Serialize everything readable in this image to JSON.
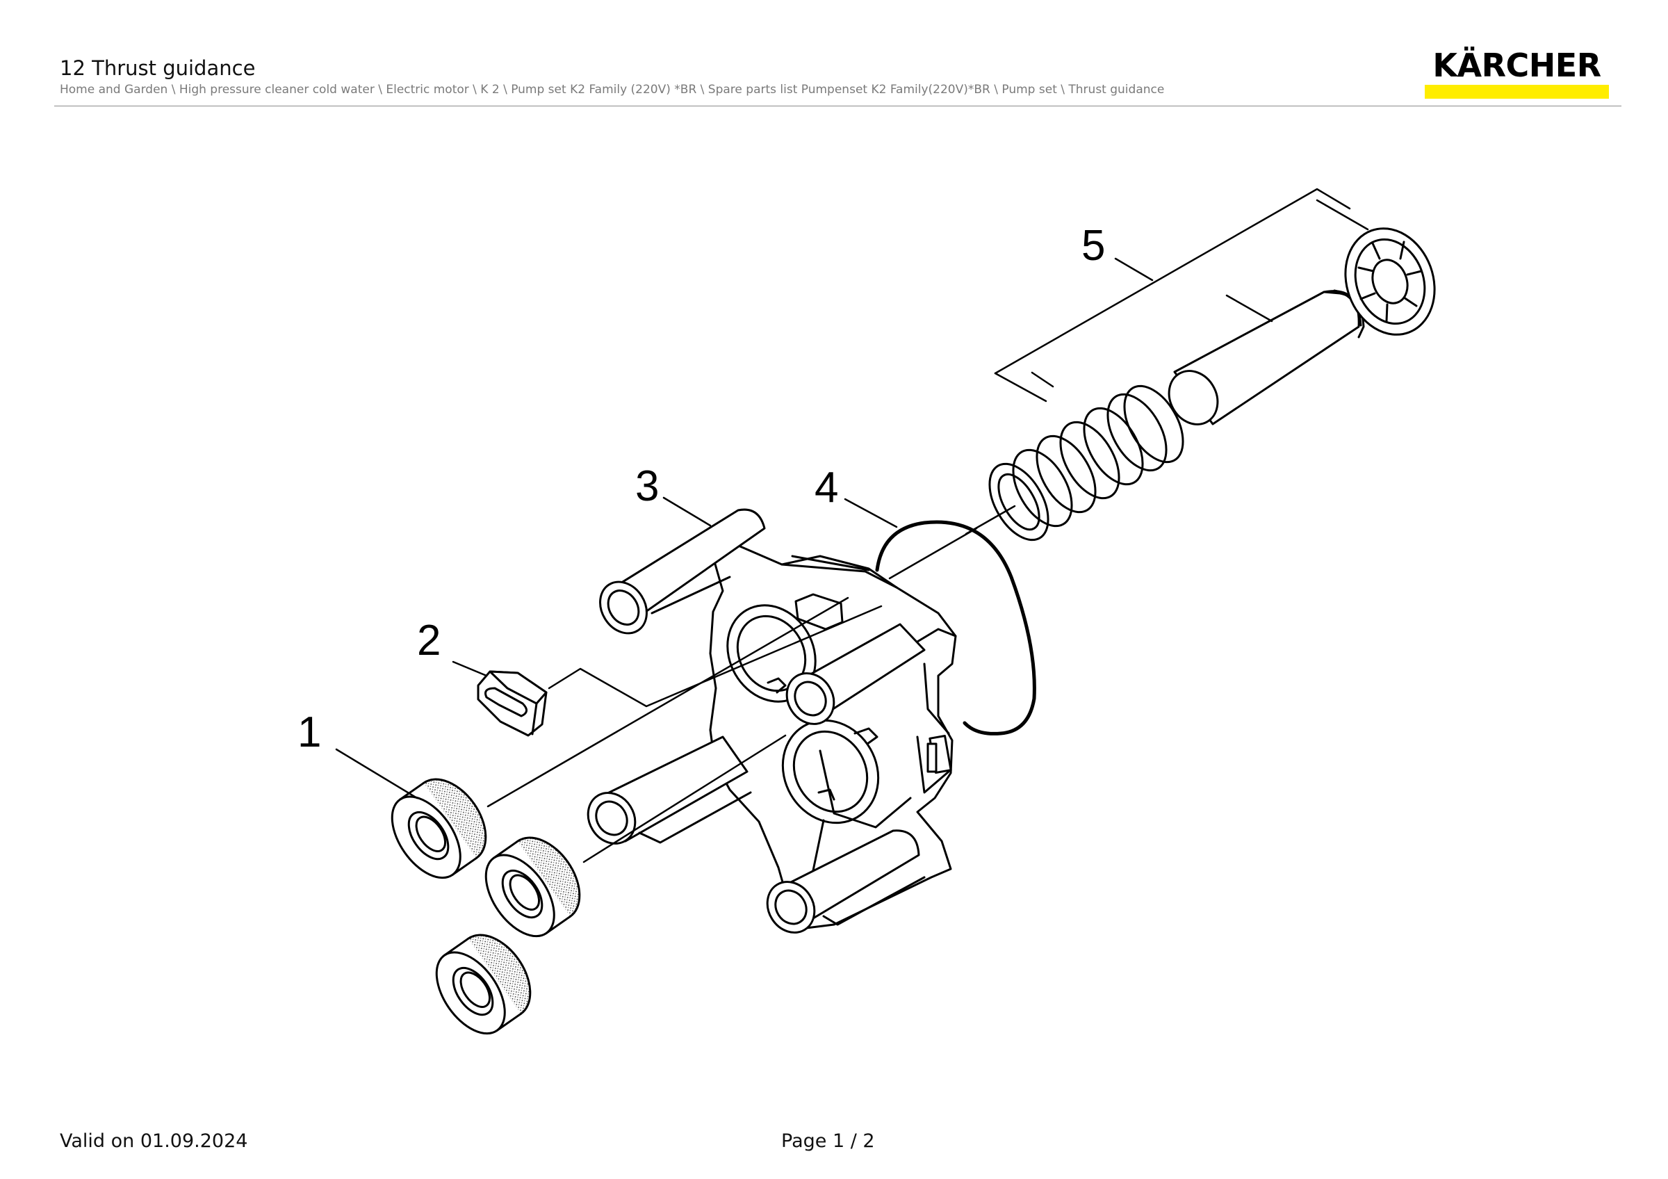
{
  "header": {
    "title": "12 Thrust guidance",
    "breadcrumb": "Home and Garden \\ High pressure cleaner cold water \\ Electric motor \\ K 2 \\ Pump set K2 Family (220V) *BR \\ Spare parts list Pumpenset K2 Family(220V)*BR \\ Pump set \\ Thrust guidance",
    "brand": "KÄRCHER",
    "brand_accent_color": "#ffed00"
  },
  "drawing": {
    "callouts": [
      "1",
      "2",
      "3",
      "4",
      "5"
    ]
  },
  "footer": {
    "valid": "Valid on 01.09.2024",
    "page": "Page 1 / 2"
  }
}
